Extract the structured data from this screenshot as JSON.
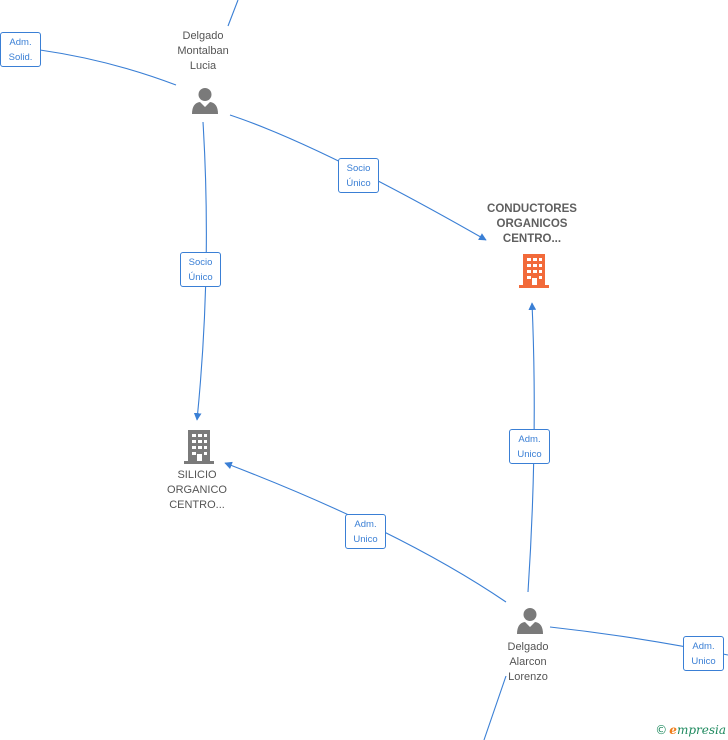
{
  "nodes": {
    "montalban": {
      "lines": [
        "Delgado",
        "Montalban",
        "Lucia"
      ]
    },
    "conductores": {
      "lines": [
        "CONDUCTORES",
        "ORGANICOS",
        "CENTRO..."
      ]
    },
    "silicio": {
      "lines": [
        "SILICIO",
        "ORGANICO",
        "CENTRO..."
      ]
    },
    "alarcon": {
      "lines": [
        "Delgado",
        "Alarcon",
        "Lorenzo"
      ]
    }
  },
  "edges": {
    "adm_solid": [
      "Adm.",
      "Solid."
    ],
    "socio_unico_conductores": [
      "Socio",
      "Único"
    ],
    "socio_unico_silicio": [
      "Socio",
      "Único"
    ],
    "adm_unico_conductores": [
      "Adm.",
      "Unico"
    ],
    "adm_unico_silicio": [
      "Adm.",
      "Unico"
    ],
    "adm_unico_right": [
      "Adm.",
      "Unico"
    ]
  },
  "colors": {
    "edge": "#3a7fd5",
    "company_main": "#f26a3a",
    "company": "#7a7a7a",
    "person": "#7a7a7a"
  },
  "footer": {
    "copyright": "©",
    "brand_e": "e",
    "brand_rest": "mpresia"
  }
}
